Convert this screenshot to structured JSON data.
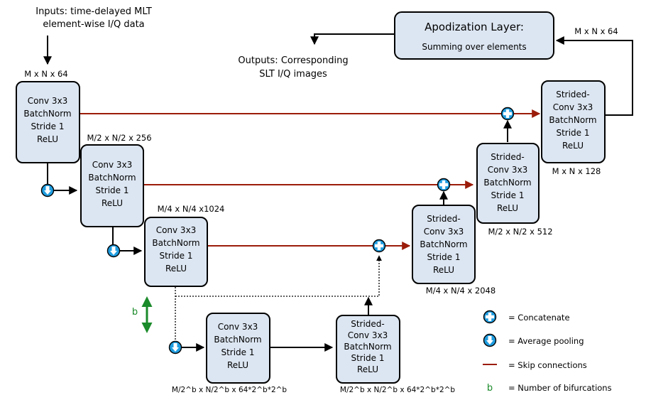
{
  "input_label": [
    "Inputs: time-delayed MLT",
    "element-wise I/Q data"
  ],
  "output_label": [
    "Outputs: Corresponding",
    "SLT I/Q images"
  ],
  "apodization": {
    "title": "Apodization Layer:",
    "subtitle": "Summing over elements",
    "input_dim": "M x N x 64"
  },
  "encoder_blocks": [
    {
      "lines": [
        "Conv 3x3",
        "BatchNorm",
        "Stride 1",
        "ReLU"
      ],
      "dim": "M x N x 64"
    },
    {
      "lines": [
        "Conv 3x3",
        "BatchNorm",
        "Stride 1",
        "ReLU"
      ],
      "dim": "M/2 x N/2 x 256"
    },
    {
      "lines": [
        "Conv 3x3",
        "BatchNorm",
        "Stride 1",
        "ReLU"
      ],
      "dim": "M/4 x N/4 x1024"
    },
    {
      "lines": [
        "Conv 3x3",
        "BatchNorm",
        "Stride 1",
        "ReLU"
      ],
      "dim": "M/2^b x N/2^b x 64*2^b*2^b"
    }
  ],
  "decoder_blocks": [
    {
      "lines": [
        "Strided-",
        "Conv 3x3",
        "BatchNorm",
        "Stride 1",
        "ReLU"
      ],
      "dim": "M/2^b x N/2^b x 64*2^b*2^b"
    },
    {
      "lines": [
        "Strided-",
        "Conv 3x3",
        "BatchNorm",
        "Stride 1",
        "ReLU"
      ],
      "dim": "M/4 x N/4 x 2048"
    },
    {
      "lines": [
        "Strided-",
        "Conv 3x3",
        "BatchNorm",
        "Stride 1",
        "ReLU"
      ],
      "dim": "M/2 x N/2 x 512"
    },
    {
      "lines": [
        "Strided-",
        "Conv 3x3",
        "BatchNorm",
        "Stride 1",
        "ReLU"
      ],
      "dim": "M x N x 128"
    }
  ],
  "bifurcation_label": "b",
  "legend": {
    "concatenate": "= Concatenate",
    "average_pooling": "= Average pooling",
    "skip_connections": "= Skip connections",
    "b_symbol": "b",
    "bifurcations": "= Number of bifurcations"
  },
  "colors": {
    "block_fill": "#dce6f2",
    "skip": "#9b1c0a",
    "node": "#1f9de0",
    "bifurcation": "#1a8a2a"
  }
}
